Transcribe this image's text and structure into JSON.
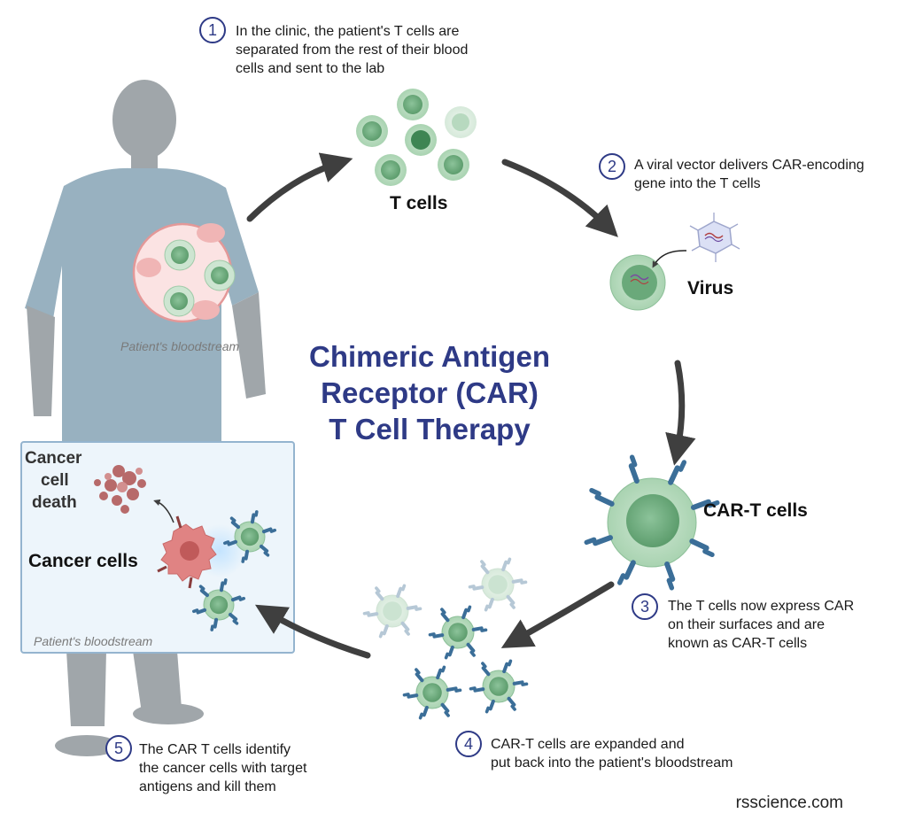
{
  "title": {
    "line1": "Chimeric Antigen",
    "line2": "Receptor (CAR)",
    "line3": "T Cell Therapy"
  },
  "steps": [
    {
      "number": "1",
      "text": [
        "In the clinic, the patient's T cells are",
        "separated from the rest of their blood",
        "cells and sent to the lab"
      ]
    },
    {
      "number": "2",
      "text": [
        "A viral vector delivers CAR-encoding",
        "gene into the T cells"
      ]
    },
    {
      "number": "3",
      "text": [
        "The T cells now express CAR",
        "on their surfaces and are",
        "known as CAR-T cells"
      ]
    },
    {
      "number": "4",
      "text": [
        "CAR-T cells are expanded and",
        "put back into the patient's bloodstream"
      ]
    },
    {
      "number": "5",
      "text": [
        "The CAR T cells identify",
        "the cancer cells with target",
        "antigens and kill them"
      ]
    }
  ],
  "labels": {
    "t_cells": "T cells",
    "virus": "Virus",
    "car_t_cells": "CAR-T cells",
    "cancer_cells": "Cancer cells",
    "cancer_cell_death": [
      "Cancer",
      "cell",
      "death"
    ],
    "bloodstream_top": "Patient's bloodstream",
    "bloodstream_inset": "Patient's bloodstream"
  },
  "footer": "rsscience.com",
  "colors": {
    "title": "#2e3a86",
    "step_circle": "#2e3a86",
    "cell_outer": "#b9dcbf",
    "cell_inner": "#6fae7f",
    "receptor": "#3b6e98",
    "cancer": "#e08383",
    "patient": "#98b1c0",
    "arrow": "#3f3f3f"
  }
}
